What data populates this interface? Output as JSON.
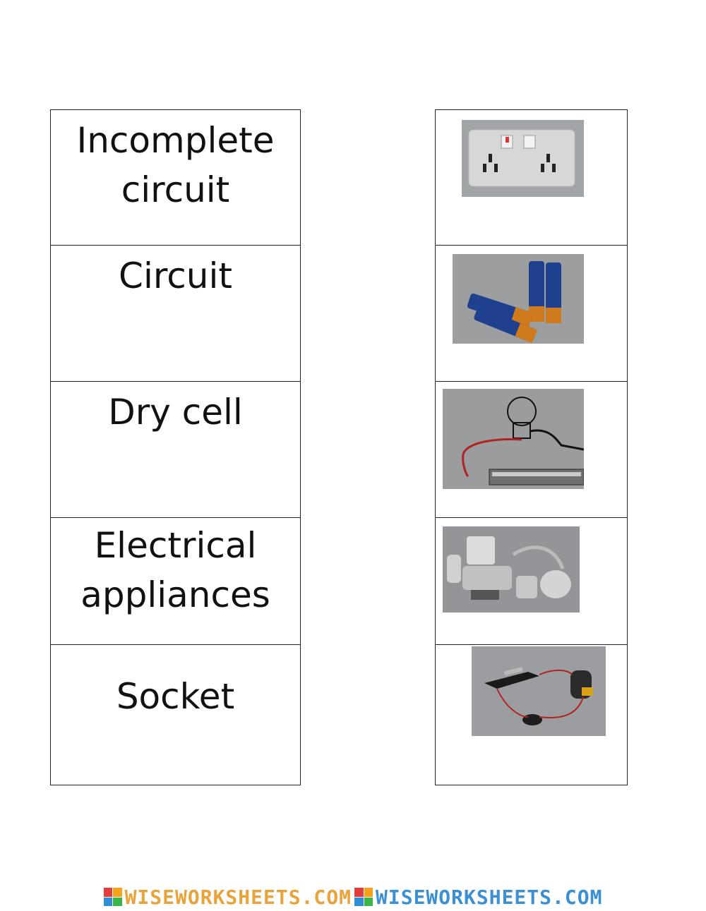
{
  "terms": [
    {
      "text": "Incomplete circuit"
    },
    {
      "text": "Circuit"
    },
    {
      "text": "Dry cell"
    },
    {
      "text": "Electrical appliances"
    },
    {
      "text": "Socket"
    }
  ],
  "pictures": [
    {
      "icon": "socket-image",
      "label": "wall socket"
    },
    {
      "icon": "batteries-image",
      "label": "batteries"
    },
    {
      "icon": "incomplete-circuit-image",
      "label": "bulb and cell with wires"
    },
    {
      "icon": "appliances-image",
      "label": "electrical appliances"
    },
    {
      "icon": "circuit-image",
      "label": "switch, bulb and cell circuit"
    }
  ],
  "footer": {
    "text1": "WISEWORKSHEETS.COM",
    "text2": "WISEWORKSHEETS.COM",
    "colors": [
      "#e23c3c",
      "#f2a21b",
      "#2e8fd6",
      "#3bb54a"
    ]
  }
}
